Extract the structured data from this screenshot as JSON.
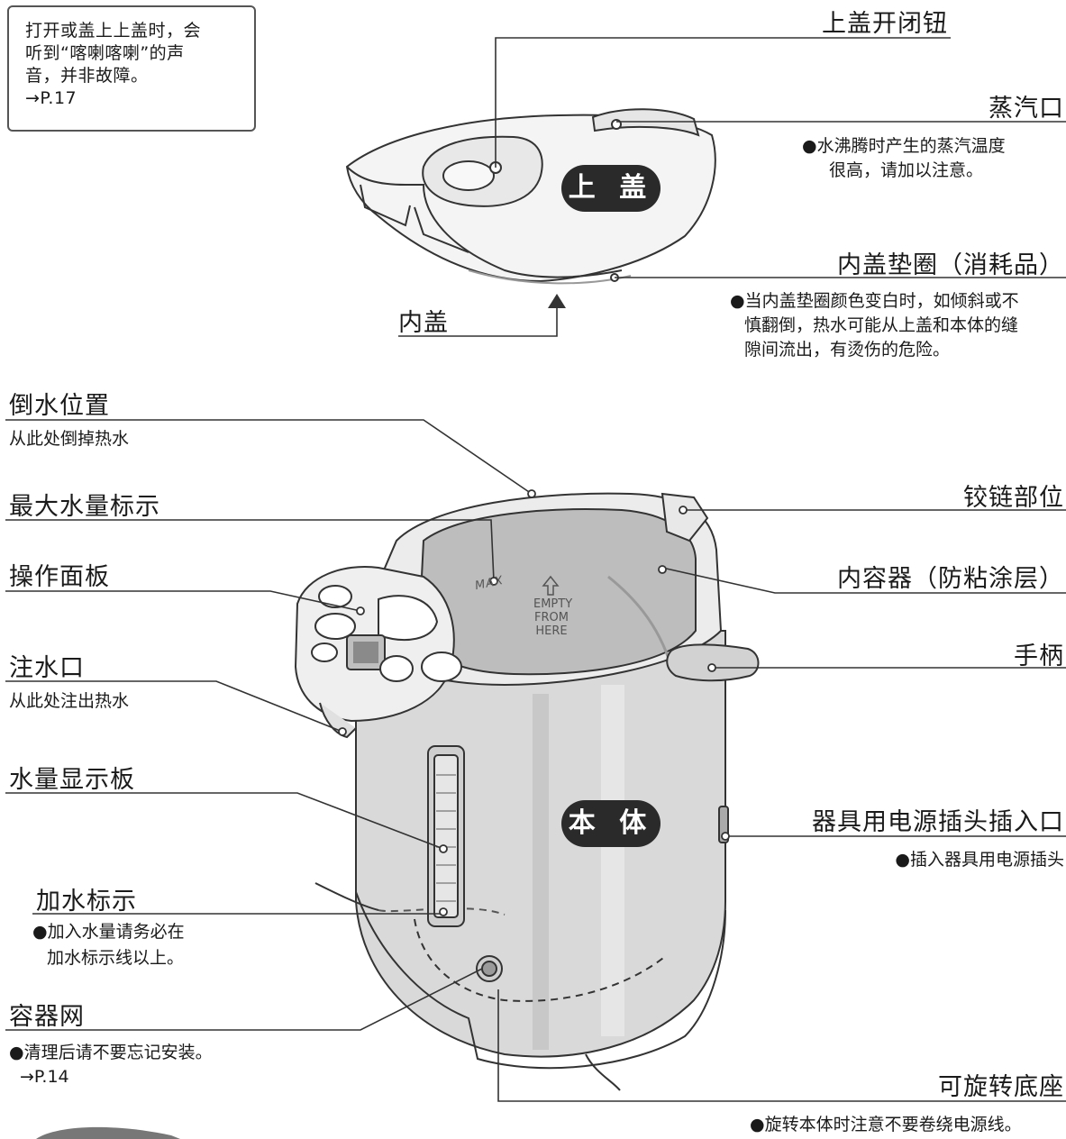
{
  "note": {
    "lines": [
      "打开或盖上上盖时，会",
      "听到“喀喇喀喇”的声",
      "音，并非故障。",
      "→P.17"
    ]
  },
  "lid": {
    "badge": "上 盖",
    "open_button": "上盖开闭钮",
    "steam_vent": "蒸汽口",
    "steam_note": [
      "●水沸腾时产生的蒸汽温度",
      "很高，请加以注意。"
    ],
    "gasket": "内盖垫圈（消耗品）",
    "gasket_note": [
      "●当内盖垫圈颜色变白时，如倾斜或不",
      "慎翻倒，热水可能从上盖和本体的缝",
      "隙间流出，有烫伤的危险。"
    ],
    "inner_lid": "内盖"
  },
  "body": {
    "badge": "本 体",
    "pour_position": "倒水位置",
    "pour_note": "从此处倒掉热水",
    "max_mark": "最大水量标示",
    "control_panel": "操作面板",
    "spout": "注水口",
    "spout_note": "从此处注出热水",
    "water_gauge": "水量显示板",
    "refill_mark": "加水标示",
    "refill_note": [
      "●加入水量请务必在",
      "加水标示线以上。"
    ],
    "strainer": "容器网",
    "strainer_note": [
      "●清理后请不要忘记安装。",
      "→P.14"
    ],
    "hinge": "铰链部位",
    "inner_container": "内容器（防粘涂层）",
    "handle": "手柄",
    "plug_socket": "器具用电源插头插入口",
    "plug_note": "●插入器具用电源插头",
    "swivel_base": "可旋转底座",
    "swivel_note": "●旋转本体时注意不要卷绕电源线。"
  },
  "container_print": {
    "max": "MAX",
    "empty_lines": [
      "EMPTY",
      "FROM",
      "HERE"
    ]
  }
}
